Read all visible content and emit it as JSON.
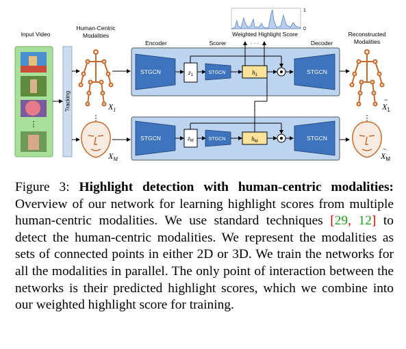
{
  "figure": {
    "top_labels": {
      "input_video": "Input Video",
      "human_centric": [
        "Human-Centric",
        "Modalities"
      ],
      "encoder": "Encoder",
      "scorer": "Scorer",
      "weighted_score": "Weighted Highlight Score",
      "decoder": "Decoder",
      "reconstructed": [
        "Reconstructed",
        "Modalities"
      ]
    },
    "tracking": "Tracking",
    "score_plot": {
      "ymax": "1",
      "ymin": "0"
    },
    "rows": [
      {
        "stgcn_enc": "STGCN",
        "z": "z",
        "z_sub": "1",
        "stgcn_scorer": "STGCN",
        "h": "h",
        "h_sub": "1",
        "stgcn_dec": "STGCN",
        "x_label": "X",
        "x_sub": "1",
        "x_hat_label": "X",
        "x_hat_sub": "1"
      },
      {
        "stgcn_enc": "STGCN",
        "z": "z",
        "z_sub": "M",
        "stgcn_scorer": "STGCN",
        "h": "h",
        "h_sub": "M",
        "stgcn_dec": "STGCN",
        "x_label": "X",
        "x_sub": "M",
        "x_hat_label": "X",
        "x_hat_sub": "M"
      }
    ],
    "dots": "⋮",
    "hdots": "· · ·",
    "colors": {
      "green_panel": "#a8df9a",
      "blue_panel": "#bcd4f0",
      "trapezoid": "#3e74bd",
      "h_box": "#fbe39a",
      "z_box": "#ffffff",
      "tracking": "#cfdcf0",
      "skeleton": "#c66a2b"
    }
  },
  "caption": {
    "prefix": "Figure 3:",
    "title": "Highlight detection with human-centric modalities:",
    "text1": " Overview of our network for learning highlight scores from multiple human-centric modalities. We use standard techniques ",
    "cite_open": "[",
    "cite1": "29",
    "cite_sep": ", ",
    "cite2": "12",
    "cite_close": "]",
    "text2": " to detect the human-centric modalities. We represent the modalities as sets of connected points in either 2D or 3D. We train the networks for all the modalities in parallel. The only point of interaction between the networks is their predicted highlight scores, which we combine into our weighted highlight score for training."
  }
}
